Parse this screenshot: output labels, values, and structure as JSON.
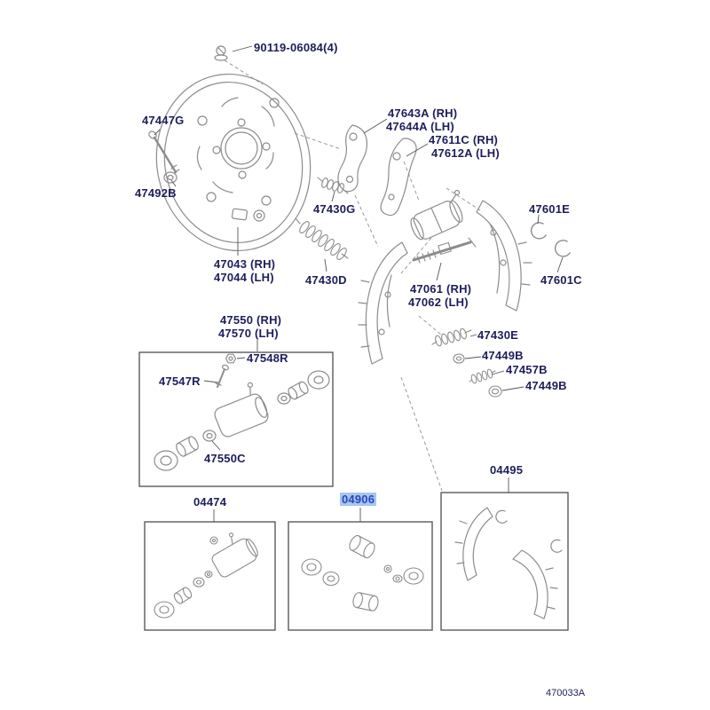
{
  "colors": {
    "label_ink": "#1d1d5c",
    "highlight_bg": "#a8c6ee",
    "highlight_fg": "#2746c0",
    "line_gray": "#8c8c8c",
    "leader": "#555555",
    "dash": "#9a9a9a",
    "box_border": "#4d4d4d"
  },
  "labels": {
    "bolt": "90119-06084(4)",
    "pin": "47447G",
    "grommet": "47492B",
    "lever_rh": "47643A (RH)",
    "lever_lh": "47644A (LH)",
    "strut_rh": "47611C (RH)",
    "strut_lh": "47612A (LH)",
    "spring_g": "47430G",
    "clip_e": "47601E",
    "plate_rh": "47043 (RH)",
    "plate_lh": "47044 (LH)",
    "spring_d": "47430D",
    "cylinder_rh": "47061 (RH)",
    "cylinder_lh": "47062 (LH)",
    "clip_c": "47601C",
    "spring_e": "47430E",
    "washer_1": "47449B",
    "spring_b": "47457B",
    "washer_2": "47449B",
    "kit_rh": "47550 (RH)",
    "kit_lh": "47570 (LH)",
    "nut": "47548R",
    "bleeder": "47547R",
    "cup": "47550C",
    "box_04474": "04474",
    "box_04906": "04906",
    "box_04495": "04495"
  },
  "footer": {
    "code": "470033A"
  },
  "highlighted_part": "04906"
}
